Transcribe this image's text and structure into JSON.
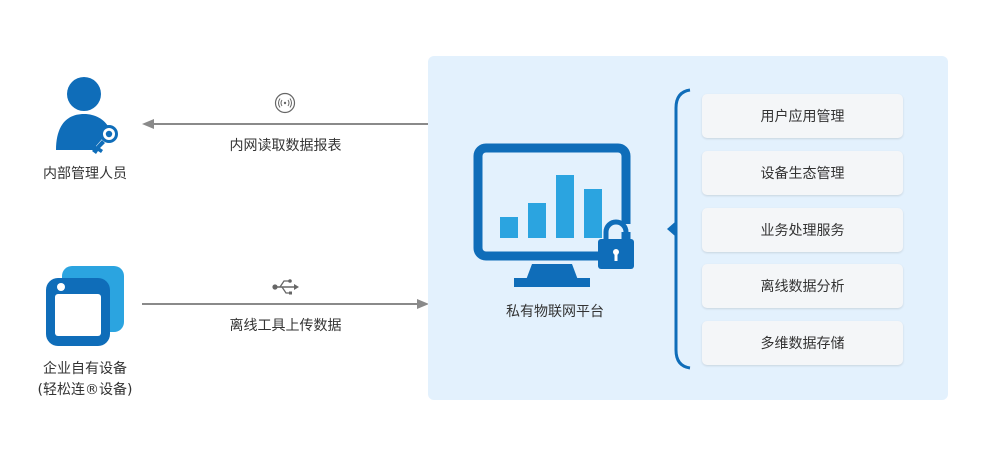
{
  "colors": {
    "primary_blue": "#0f6db9",
    "light_blue": "#2ba4e0",
    "panel_bg": "#e3f1fd",
    "card_bg": "#f4f6f8",
    "arrow_gray": "#8a8a8a",
    "text": "#333333"
  },
  "actors": {
    "internal_staff": {
      "label": "内部管理人员",
      "icon": "user-key-icon"
    },
    "enterprise_device": {
      "label_line1": "企业自有设备",
      "label_line2": "(轻松连®设备)",
      "icon": "device-window-icon"
    }
  },
  "flows": {
    "read": {
      "label": "内网读取数据报表",
      "icon": "wireless-signal-icon",
      "direction": "left"
    },
    "upload": {
      "label": "离线工具上传数据",
      "icon": "usb-icon",
      "direction": "right"
    }
  },
  "platform": {
    "label": "私有物联网平台",
    "icon": "monitor-chart-lock-icon",
    "chart_bars": [
      0.3,
      0.5,
      0.9,
      0.7
    ]
  },
  "services": [
    {
      "label": "用户应用管理"
    },
    {
      "label": "设备生态管理"
    },
    {
      "label": "业务处理服务"
    },
    {
      "label": "离线数据分析"
    },
    {
      "label": "多维数据存储"
    }
  ]
}
